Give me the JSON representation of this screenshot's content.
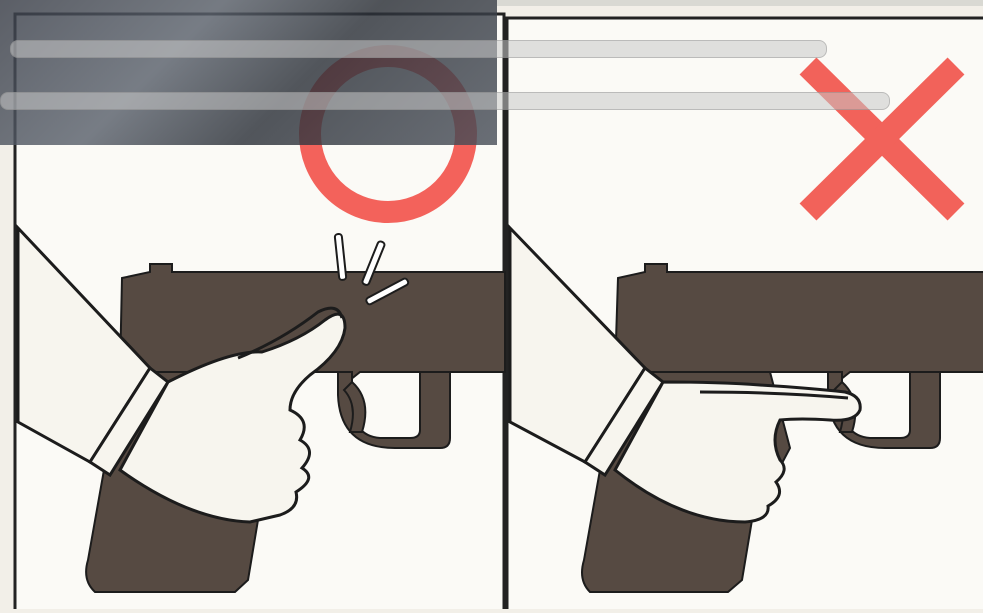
{
  "panels": [
    {
      "id": "correct",
      "verdict": "correct-mark",
      "verdict_color": "#f25a52",
      "finger": "resting-outside-trigger-guard"
    },
    {
      "id": "incorrect",
      "verdict": "cross-mark",
      "verdict_color": "#f25a52",
      "finger": "inside-trigger-guard"
    }
  ],
  "colors": {
    "pistol": "#564a42",
    "hand": "#f7f5ee",
    "outline": "#1c1c1c",
    "paper": "#f2efe8",
    "frame": "#222222"
  }
}
